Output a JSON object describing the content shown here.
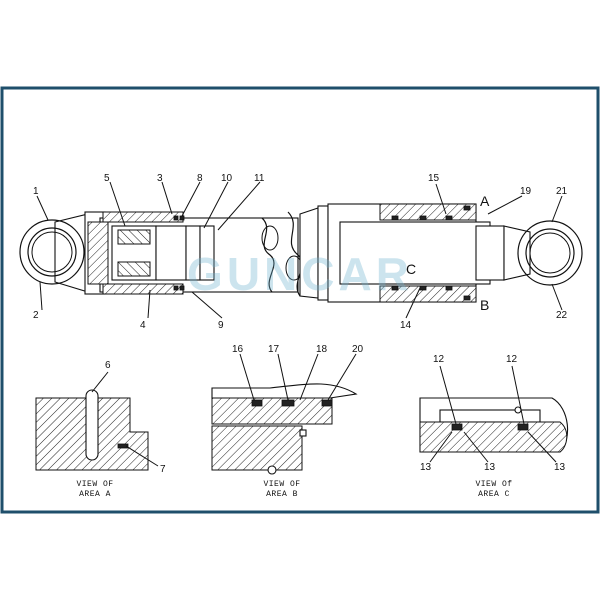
{
  "frame_color": "#1f4f6b",
  "watermark": "GUNCAR",
  "watermark_color": "#6fb3cf",
  "callouts": {
    "c1": "1",
    "c2": "2",
    "c3": "3",
    "c4": "4",
    "c5": "5",
    "c8": "8",
    "c9": "9",
    "c10": "10",
    "c11": "11",
    "c14": "14",
    "c15": "15",
    "c19": "19",
    "c21": "21",
    "c22": "22",
    "a6": "6",
    "a7": "7",
    "b16": "16",
    "b17": "17",
    "b18": "18",
    "b20": "20",
    "c12a": "12",
    "c12b": "12",
    "c13a": "13",
    "c13b": "13",
    "c13c": "13"
  },
  "area_letters": {
    "a": "A",
    "b": "B",
    "c": "C"
  },
  "views": {
    "a": {
      "line1": "VIEW OF",
      "line2": "AREA A"
    },
    "b": {
      "line1": "VIEW OF",
      "line2": "AREA B"
    },
    "c": {
      "line1": "VIEW Of",
      "line2": "AREA C"
    }
  }
}
